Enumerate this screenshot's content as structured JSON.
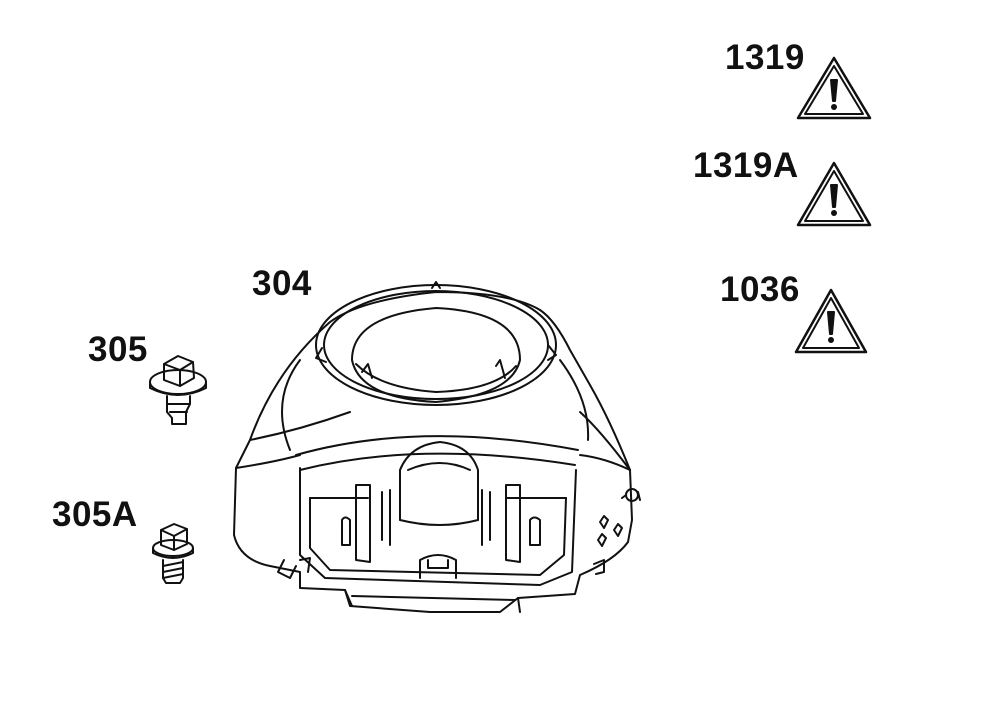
{
  "parts": {
    "blower_housing": {
      "label": "304"
    },
    "screw_305": {
      "label": "305"
    },
    "screw_305a": {
      "label": "305A"
    },
    "warning_1319": {
      "label": "1319"
    },
    "warning_1319a": {
      "label": "1319A"
    },
    "warning_1036": {
      "label": "1036"
    }
  },
  "colors": {
    "line": "#111111",
    "background": "#ffffff"
  },
  "icons": [
    "blower-housing-icon",
    "hex-flange-screw-icon",
    "warning-triangle-icon"
  ]
}
